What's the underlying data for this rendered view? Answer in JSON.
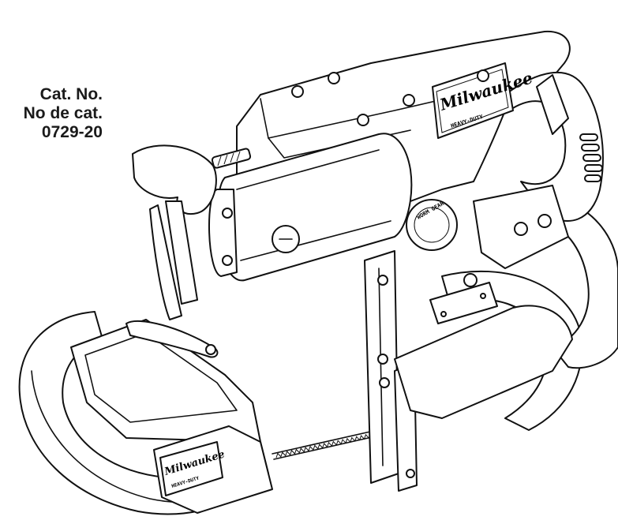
{
  "catalog": {
    "line1": "Cat. No.",
    "line2": "No de cat.",
    "line3": "0729-20"
  },
  "product_illustration": {
    "brand_logo_text": "Milwaukee",
    "logo_tagline": "HEAVY-DUTY",
    "gear_label": "WORM GEAR"
  }
}
